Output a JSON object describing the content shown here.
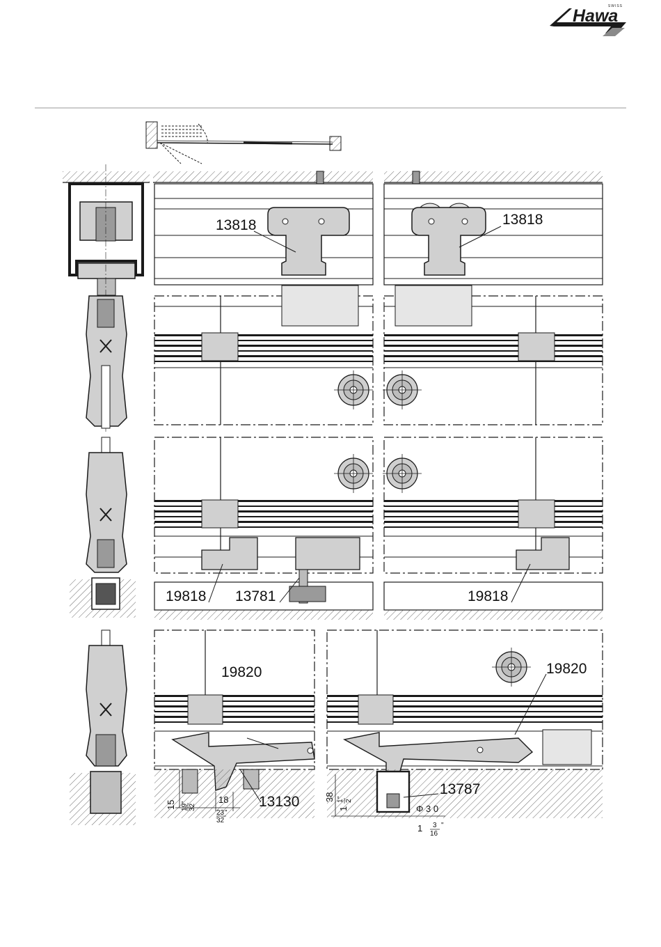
{
  "brand": {
    "name": "Hawa",
    "tagline": "SWISS"
  },
  "panels": {
    "top_left": {
      "part": "13818"
    },
    "top_right": {
      "part": "13818"
    },
    "mid_left": {
      "part_a": "19818",
      "part_b": "13781"
    },
    "mid_right": {
      "part": "19818"
    },
    "bot_left": {
      "part_a": "19820",
      "part_b": "13130",
      "dims": {
        "d15": "15",
        "d18": "18",
        "f19_num": "19",
        "f19_den": "32",
        "f23_num": "23",
        "f23_den": "32",
        "inch": "\""
      }
    },
    "bot_right": {
      "part_a": "19820",
      "part_b": "13787",
      "dims": {
        "d38": "38",
        "d1_whole": "1",
        "d1_num": "1",
        "d1_den": "2",
        "phi": "Φ",
        "d30": "3 0",
        "e1_whole": "1",
        "e1_num": "3",
        "e1_den": "16",
        "inch": "\""
      }
    }
  },
  "colors": {
    "ink": "#1a1a1a",
    "fill": "#d0d0d0",
    "fill_dark": "#9a9a9a",
    "hatch": "#444444"
  }
}
